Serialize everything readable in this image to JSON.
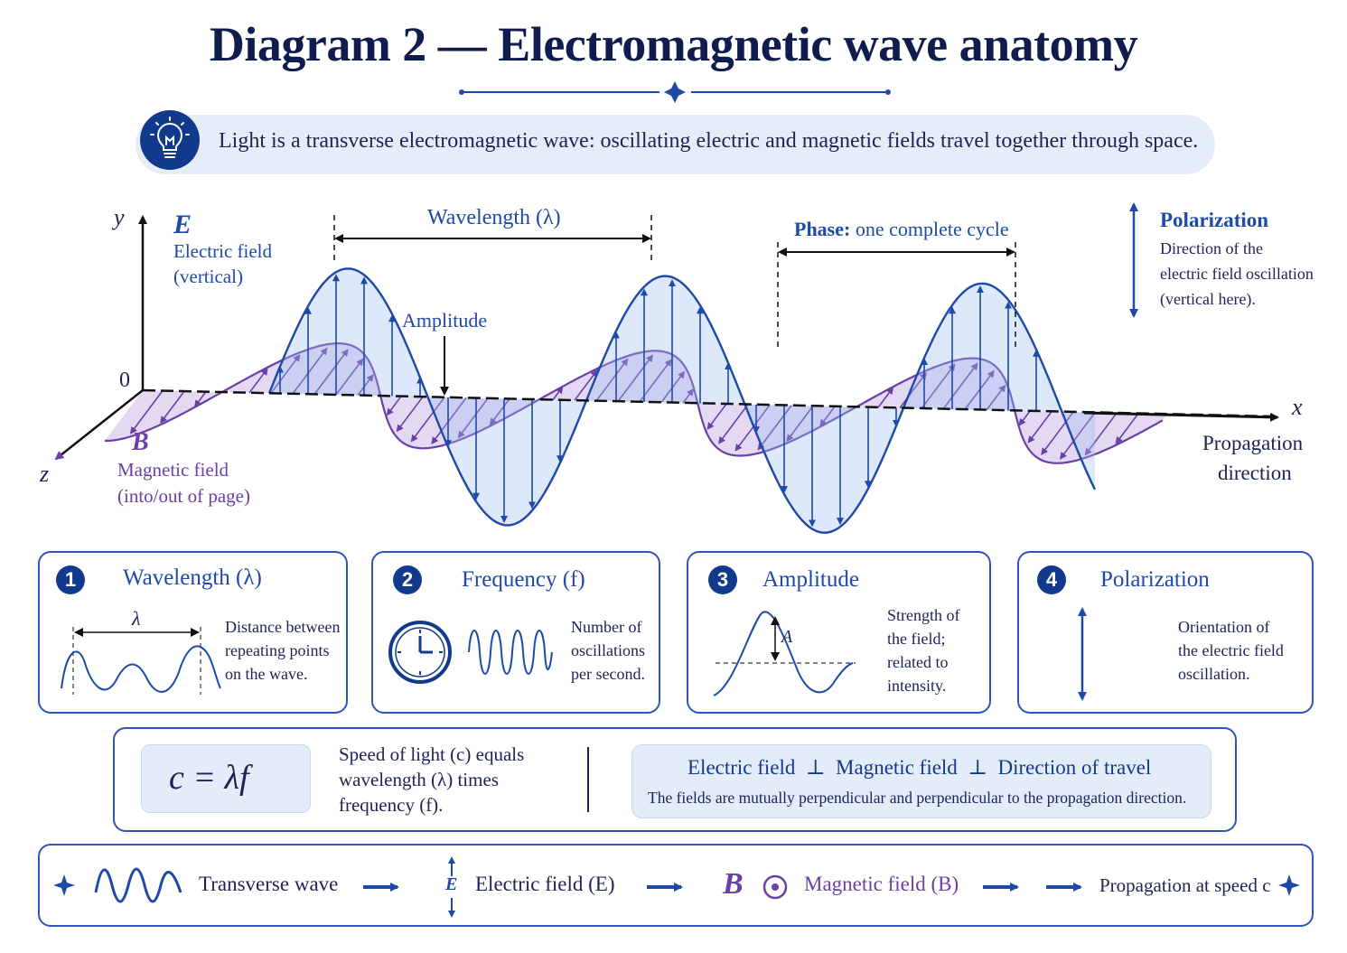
{
  "title": "Diagram 2 — Electromagnetic wave anatomy",
  "intro": "Light is a transverse electromagnetic wave: oscillating electric and magnetic fields travel together through space.",
  "axes": {
    "y": "y",
    "zero": "0",
    "z": "z",
    "x": "x"
  },
  "e_field": {
    "symbol": "E",
    "line1": "Electric field",
    "line2": "(vertical)"
  },
  "b_field": {
    "symbol": "B",
    "line1": "Magnetic field",
    "line2": "(into/out of page)"
  },
  "wavelength_label": "Wavelength (λ)",
  "amplitude_label": "Amplitude",
  "phase_label": {
    "bold": "Phase:",
    "rest": " one complete cycle"
  },
  "polarization": {
    "title": "Polarization",
    "line1": "Direction of the",
    "line2": "electric field oscillation",
    "line3": "(vertical here)."
  },
  "propagation": {
    "line1": "Propagation",
    "line2": "direction"
  },
  "cards": [
    {
      "number": "1",
      "title": "Wavelength (λ)",
      "symbol": "λ",
      "desc": [
        "Distance between",
        "repeating points",
        "on the wave."
      ]
    },
    {
      "number": "2",
      "title": "Frequency (f)",
      "desc": [
        "Number of",
        "oscillations",
        "per second."
      ]
    },
    {
      "number": "3",
      "title": "Amplitude",
      "symbol": "A",
      "desc": [
        "Strength of",
        "the field;",
        "related to",
        "intensity."
      ]
    },
    {
      "number": "4",
      "title": "Polarization",
      "desc": [
        "Orientation of",
        "the electric field",
        "oscillation."
      ]
    }
  ],
  "formula": {
    "equation": "c = λf",
    "desc": [
      "Speed of light (c) equals",
      "wavelength (λ) times",
      "frequency (f)."
    ]
  },
  "perpendicular": {
    "line": [
      "Electric field",
      "⊥",
      "Magnetic field",
      "⊥",
      "Direction of travel"
    ],
    "note": "The fields are mutually perpendicular and perpendicular to the propagation direction."
  },
  "footer": {
    "transverse": "Transverse wave",
    "e_symbol": "E",
    "electric": "Electric field (E)",
    "b_symbol": "B",
    "magnetic": "Magnetic field (B)",
    "propagation": "Propagation at speed c"
  },
  "colors": {
    "navy": "#123a8c",
    "e_blue": "#1d49a8",
    "b_purple": "#6a3fa6",
    "pill": "#e6ecf8"
  }
}
